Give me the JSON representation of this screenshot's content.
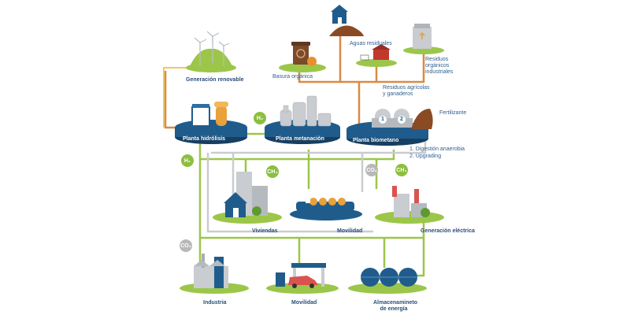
{
  "colors": {
    "pipe_green": "#9cc64a",
    "pipe_orange": "#d98a45",
    "pipe_gray": "#c9ccd0",
    "platform_blue": "#1f5c8c",
    "ground_green": "#9cc64a",
    "label_blue": "#2a4e7a"
  },
  "labels": {
    "renewable": "Generación renovable",
    "biowaste": "Basura orgánica",
    "wastewater": "Aguas residuales",
    "industrial_waste": "Residuos orgánicos industriales",
    "agri_waste": "Residuos agrícolas y ganaderos",
    "fertilizer": "Fertilizante",
    "hydrolysis": "Planta hidrólisis",
    "methanation": "Planta metanación",
    "biomethane": "Planta biometano",
    "process_1": "1. Digestión anaerobia",
    "process_2": "2. Upgrading",
    "housing": "Viviendas",
    "mobility_ship": "Movilidad",
    "power_gen": "Generación eléctrica",
    "industry": "Industria",
    "mobility_car": "Movilidad",
    "storage": "Almacenamineto de energía"
  },
  "badges": {
    "h2_top": "H₂",
    "h2_left": "H₂",
    "ch4_housing": "CH₄",
    "co2_power": "CO₂",
    "ch4_power": "CH₄",
    "co2_industry": "CO₂"
  },
  "digester_numbers": [
    "1",
    "2"
  ]
}
